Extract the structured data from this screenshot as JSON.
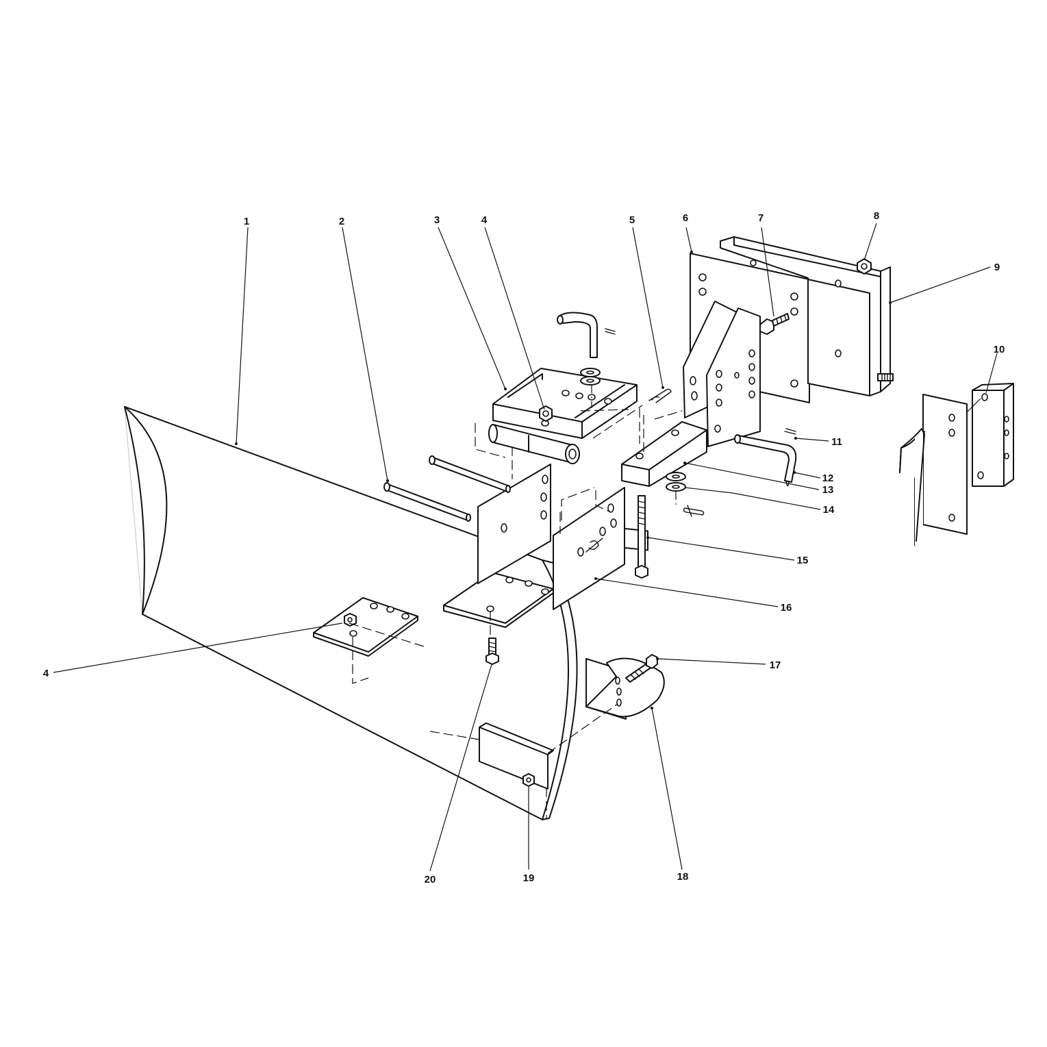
{
  "diagram": {
    "callouts": [
      {
        "id": "c1",
        "label": "1"
      },
      {
        "id": "c2",
        "label": "2"
      },
      {
        "id": "c3",
        "label": "3"
      },
      {
        "id": "c4a",
        "label": "4"
      },
      {
        "id": "c5",
        "label": "5"
      },
      {
        "id": "c6",
        "label": "6"
      },
      {
        "id": "c7",
        "label": "7"
      },
      {
        "id": "c8",
        "label": "8"
      },
      {
        "id": "c9",
        "label": "9"
      },
      {
        "id": "c10",
        "label": "10"
      },
      {
        "id": "c11",
        "label": "11"
      },
      {
        "id": "c12",
        "label": "12"
      },
      {
        "id": "c13",
        "label": "13"
      },
      {
        "id": "c14",
        "label": "14"
      },
      {
        "id": "c15",
        "label": "15"
      },
      {
        "id": "c16",
        "label": "16"
      },
      {
        "id": "c4b",
        "label": "4"
      },
      {
        "id": "c17",
        "label": "17"
      },
      {
        "id": "c18",
        "label": "18"
      },
      {
        "id": "c19",
        "label": "19"
      },
      {
        "id": "c20",
        "label": "20"
      }
    ]
  }
}
